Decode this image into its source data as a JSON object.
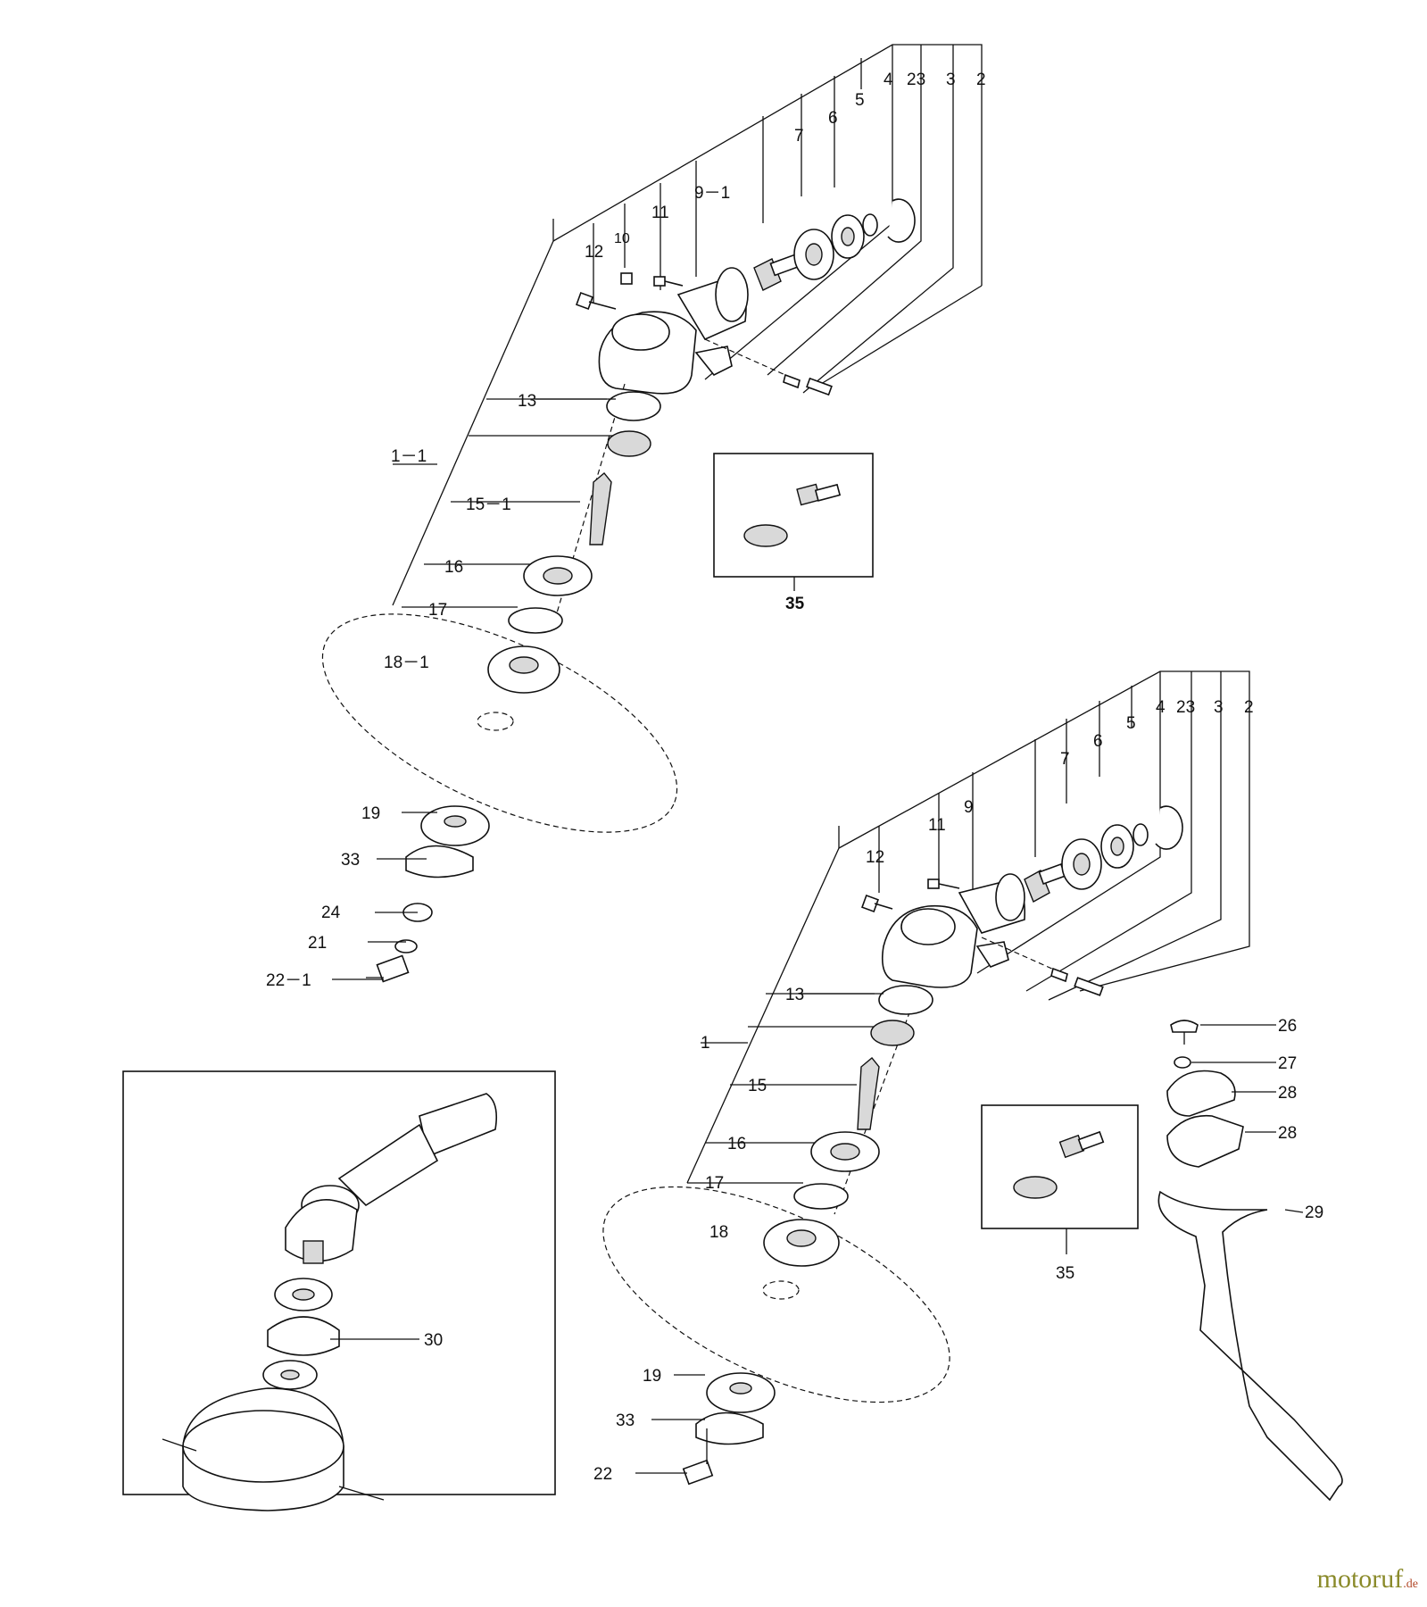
{
  "labels": {
    "top": {
      "p4": "4",
      "p23": "23",
      "p3": "3",
      "p2": "2",
      "p5": "5",
      "p6": "6",
      "p7": "7",
      "p9_1": "9－1",
      "p11": "11",
      "p10": "10",
      "p12": "12",
      "p13": "13",
      "p1_1": "1－1",
      "p15_1": "15－1",
      "p16": "16",
      "p17": "17",
      "p18_1": "18－1",
      "p19": "19",
      "p33": "33",
      "p24": "24",
      "p21": "21",
      "p22_1": "22－1"
    },
    "bottom": {
      "p4": "4",
      "p23": "23",
      "p3": "3",
      "p2": "2",
      "p5": "5",
      "p6": "6",
      "p7": "7",
      "p9": "9",
      "p11": "11",
      "p12": "12",
      "p13": "13",
      "p1": "1",
      "p15": "15",
      "p16": "16",
      "p17": "17",
      "p18": "18",
      "p19": "19",
      "p33": "33",
      "p22": "22"
    },
    "kit_top": "35",
    "kit_bottom": "35",
    "guard": {
      "p26": "26",
      "p27": "27",
      "p28a": "28",
      "p28b": "28",
      "p29": "29"
    },
    "inset": {
      "p30": "30"
    }
  },
  "watermark": {
    "main": "motoruf",
    "tld": ".de"
  }
}
